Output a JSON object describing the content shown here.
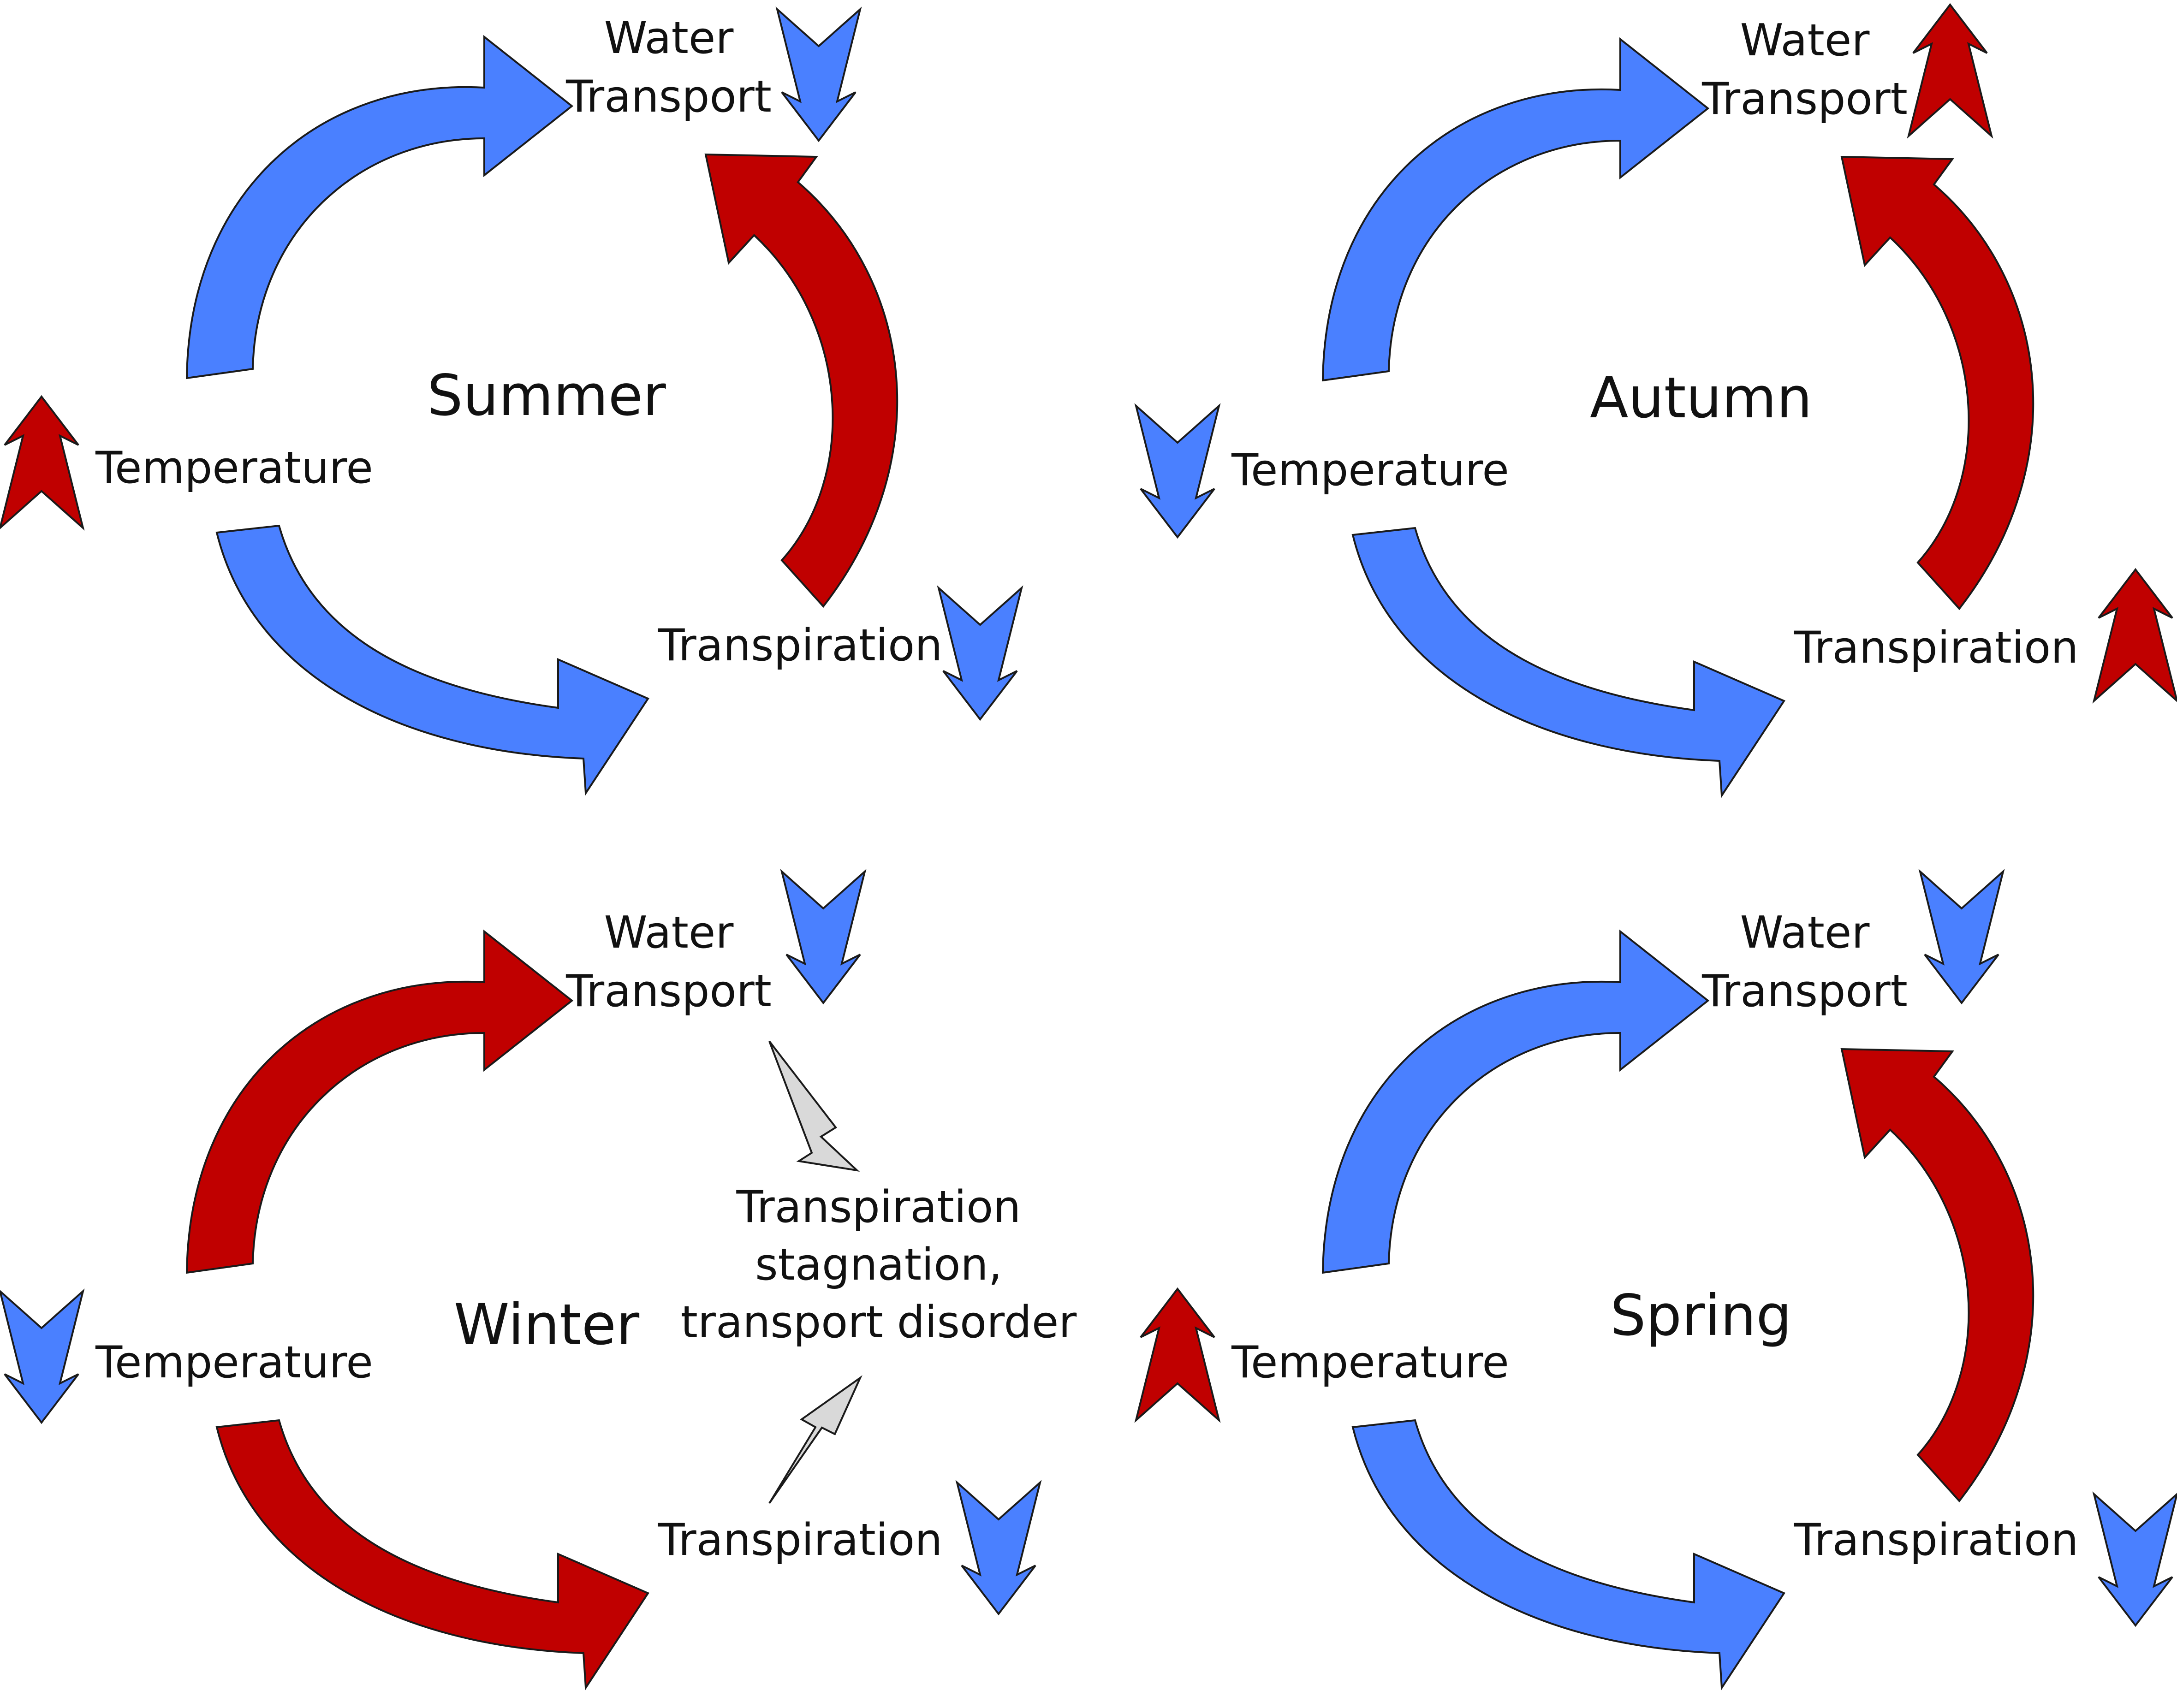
{
  "colors": {
    "blue": "#4a80ff",
    "red": "#c00000",
    "grey": "#d9d9d9",
    "outline": "#1a1a1a"
  },
  "labels": {
    "water": "Water",
    "transport": "Transport",
    "temperature": "Temperature",
    "transpiration": "Transpiration"
  },
  "panels": [
    {
      "season": "Summer",
      "arcs": {
        "top": "blue",
        "bottom": "blue",
        "right": "red"
      },
      "trend": {
        "temperature": "up",
        "water_transport": "down",
        "transpiration": "down"
      }
    },
    {
      "season": "Autumn",
      "arcs": {
        "top": "blue",
        "bottom": "blue",
        "right": "red"
      },
      "trend": {
        "temperature": "down",
        "water_transport": "up",
        "transpiration": "up"
      }
    },
    {
      "season": "Winter",
      "arcs": {
        "top": "red",
        "bottom": "red",
        "right": "none"
      },
      "trend": {
        "temperature": "down",
        "water_transport": "down",
        "transpiration": "down"
      },
      "note": [
        "Transpiration",
        "stagnation,",
        "transport disorder"
      ]
    },
    {
      "season": "Spring",
      "arcs": {
        "top": "blue",
        "bottom": "blue",
        "right": "red"
      },
      "trend": {
        "temperature": "up",
        "water_transport": "down",
        "transpiration": "down"
      }
    }
  ]
}
